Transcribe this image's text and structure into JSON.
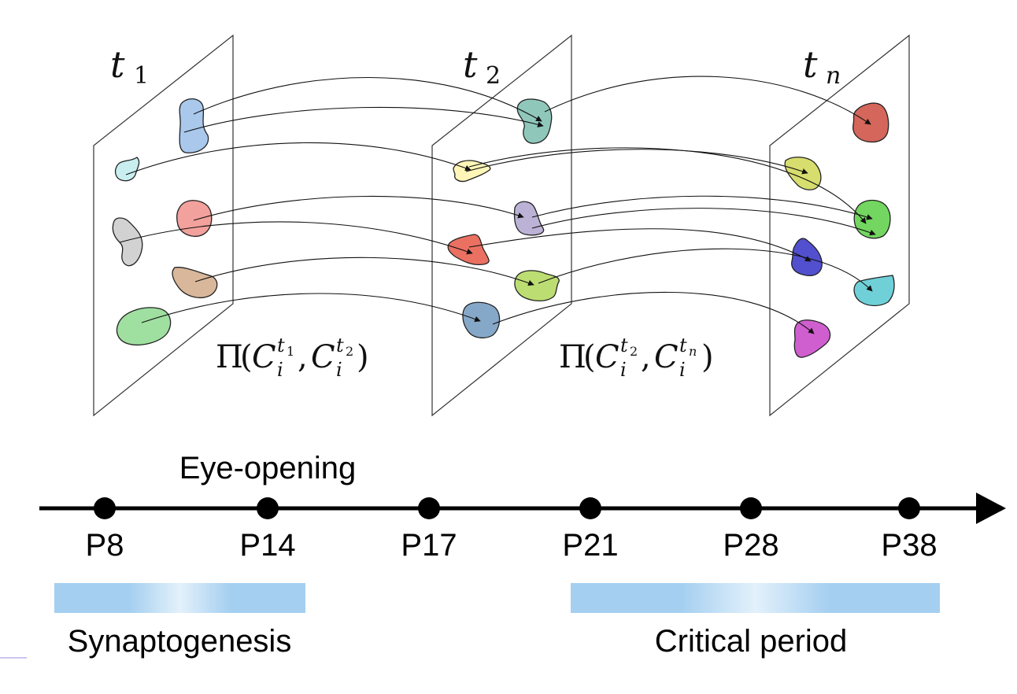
{
  "frames": [
    {
      "base": "t",
      "sub": "1"
    },
    {
      "base": "t",
      "sub": "2"
    },
    {
      "base": "t",
      "sub": "n"
    }
  ],
  "transport": [
    {
      "pi": "Π",
      "c": "C",
      "i": "i",
      "from_sub": "1",
      "to_sub": "2"
    },
    {
      "pi": "Π",
      "c": "C",
      "i": "i",
      "from_sub": "2",
      "to_sub": "n"
    }
  ],
  "timeline": {
    "event_label": "Eye-opening",
    "points": [
      "P8",
      "P14",
      "P17",
      "P21",
      "P28",
      "P38"
    ]
  },
  "periods": [
    {
      "label": "Synaptogenesis",
      "from": "P8",
      "to": "P14"
    },
    {
      "label": "Critical period",
      "from": "P21",
      "to": "P38"
    }
  ],
  "colors": {
    "blob_blue": "#a9c8ec",
    "blob_cyan": "#c9eef0",
    "blob_gray": "#d2d2d2",
    "blob_salmon": "#f2a19c",
    "blob_tan": "#d9b79a",
    "blob_green": "#9fe0a0",
    "blob_teal": "#8fc8bb",
    "blob_yellow": "#fff6b8",
    "blob_lavender": "#bcb2d6",
    "blob_red": "#ea7062",
    "blob_lime": "#bcdd72",
    "blob_steel": "#86a8c8",
    "blob_darkred": "#d4665b",
    "blob_olive": "#d8de6e",
    "blob_brightgreen": "#73d660",
    "blob_indigo": "#5250cf",
    "blob_aqua": "#6fd0d8",
    "blob_magenta": "#cf5fcf",
    "bar_edge": "#a5cff0",
    "bar_center": "#e3f1fb"
  }
}
